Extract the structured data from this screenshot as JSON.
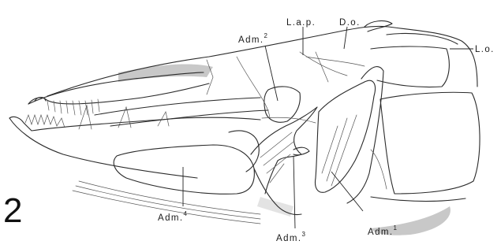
{
  "figure": {
    "number": "2",
    "labels": {
      "lap": "L.a.p.",
      "do": "D.o.",
      "lo": "L.o.",
      "adm2_base": "Adm.",
      "adm2_sup": "2",
      "adm1_base": "Adm.",
      "adm1_sup": "1",
      "adm3_base": "Adm.",
      "adm3_sup": "3",
      "adm4_base": "Adm.",
      "adm4_sup": "4"
    }
  }
}
